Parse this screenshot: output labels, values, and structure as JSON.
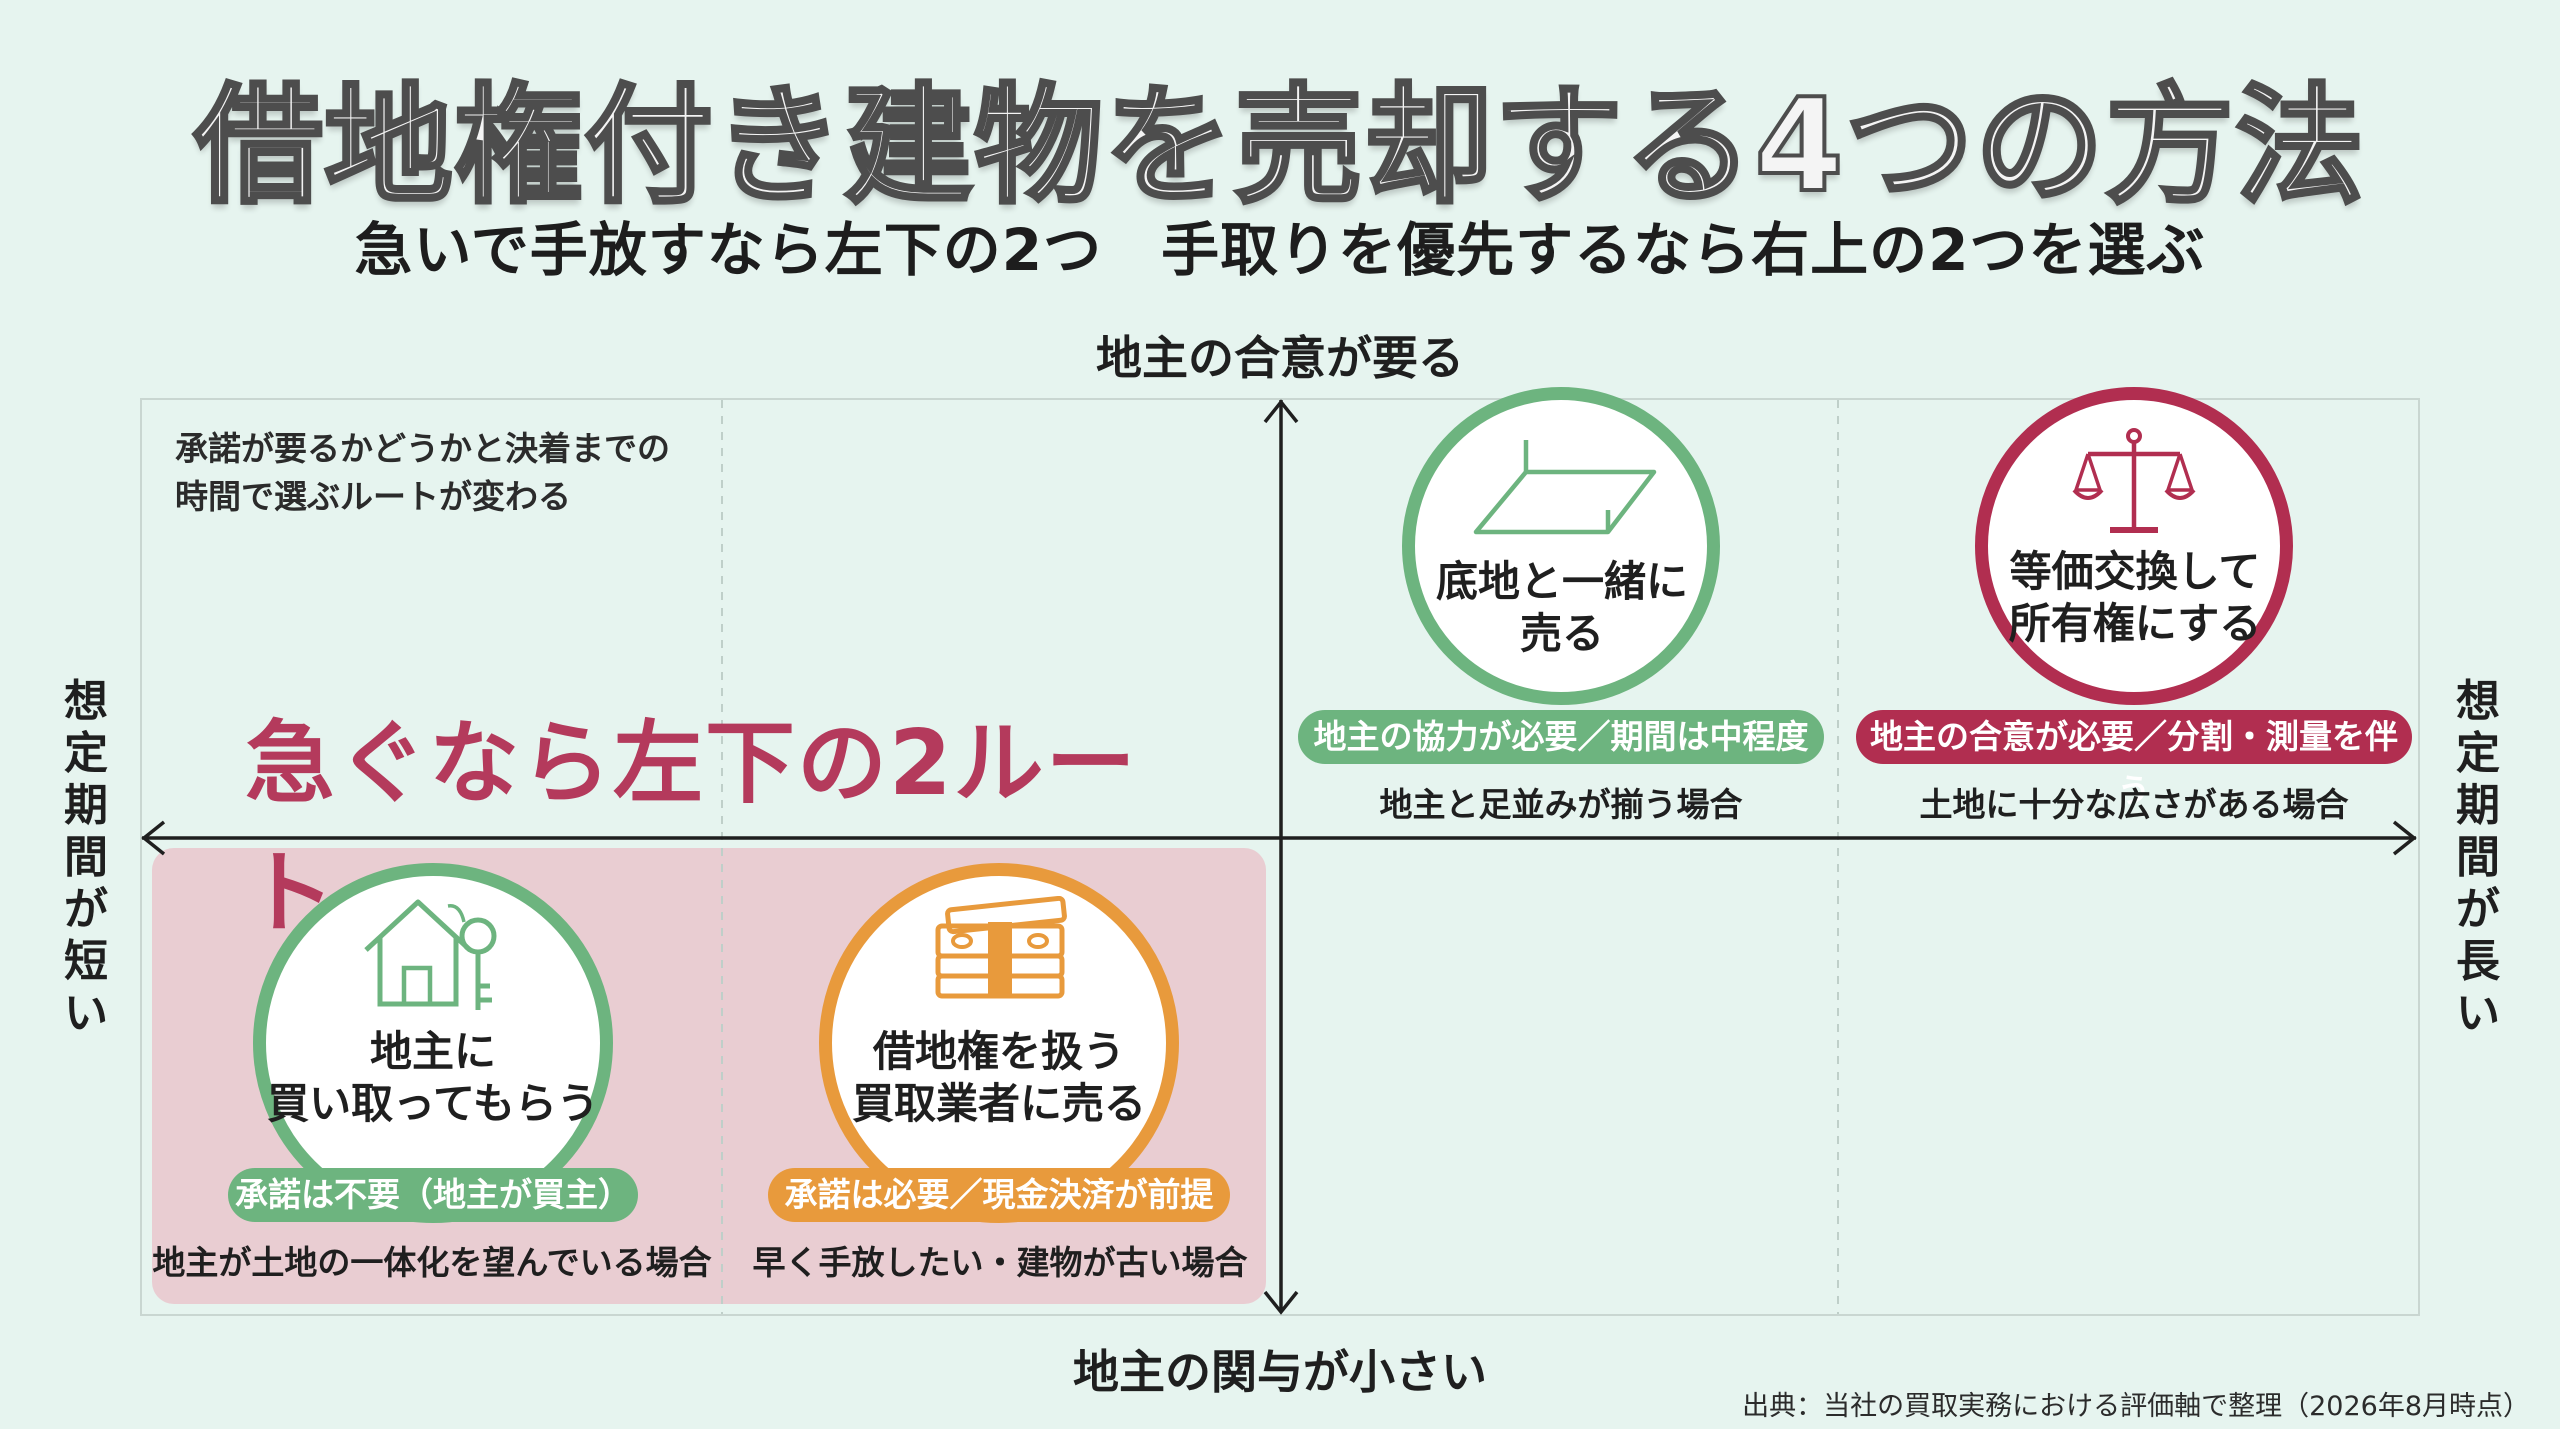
{
  "title": "借地権付き建物を売却する4つの方法",
  "subtitle": "急いで手放すなら左下の2つ　手取りを優先するなら右上の2つを選ぶ",
  "axes": {
    "top": "地主の合意が要る",
    "bottom": "地主の関与が小さい",
    "left": "想定期間が短い",
    "right": "想定期間が長い"
  },
  "note": [
    "承諾が要るかどうかと決着までの",
    "時間で選ぶルートが変わる"
  ],
  "highlight_label": "急ぐなら左下の2ルート",
  "colors": {
    "green": "#6db47f",
    "crimson": "#b12e50",
    "orange": "#e89a3c",
    "highlight_text": "#b43a5c"
  },
  "routes": [
    {
      "title_lines": [
        "底地と一緒に",
        "売る"
      ],
      "pill": "地主の協力が必要／期間は中程度",
      "case": "地主と足並みが揃う場合",
      "icon": "land-parcel-icon",
      "color": "green"
    },
    {
      "title_lines": [
        "等価交換して",
        "所有権にする"
      ],
      "pill": "地主の合意が必要／分割・測量を伴う",
      "case": "土地に十分な広さがある場合",
      "icon": "balance-scale-icon",
      "color": "crimson"
    },
    {
      "title_lines": [
        "地主に",
        "買い取ってもらう"
      ],
      "pill": "承諾は不要（地主が買主）",
      "case": "地主が土地の一体化を望んでいる場合",
      "icon": "house-key-icon",
      "color": "green"
    },
    {
      "title_lines": [
        "借地権を扱う",
        "買取業者に売る"
      ],
      "pill": "承諾は必要／現金決済が前提",
      "case": "早く手放したい・建物が古い場合",
      "icon": "cash-stack-icon",
      "color": "orange"
    }
  ],
  "source": "出典：当社の買取実務における評価軸で整理（2026年8月時点）"
}
